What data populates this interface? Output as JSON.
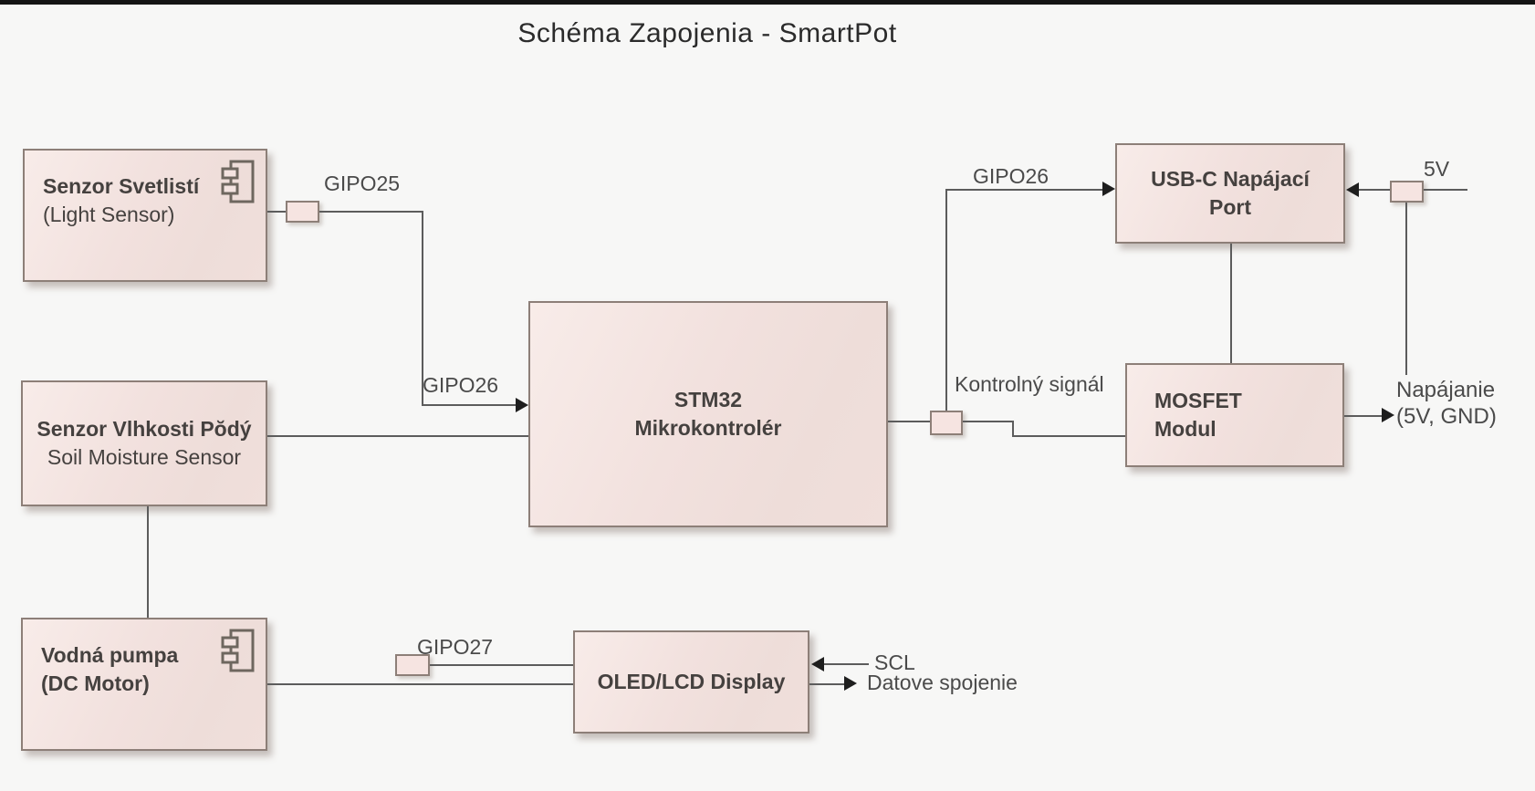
{
  "title": "Schéma Zapojenia - SmartPot",
  "nodes": {
    "light_sensor": {
      "line1": "Senzor Svetlistí",
      "line2": "(Light Sensor)"
    },
    "soil_sensor": {
      "line1": "Senzor Vlhkosti Pŏdý",
      "line2": "Soil Moisture Sensor"
    },
    "water_pump": {
      "line1": "Vodná pumpa",
      "line2": "(DC Motor)"
    },
    "stm32": {
      "line1": "STM32",
      "line2": "Mikrokontrolér"
    },
    "usbc_port": {
      "line1": "USB-C Napájací",
      "line2": "Port"
    },
    "mosfet": {
      "line1": "MOSFET",
      "line2": "Modul"
    },
    "display": {
      "line1": "OLED/LCD Display"
    }
  },
  "labels": {
    "gipo25": "GIPO25",
    "gipo26_left": "GIPO26",
    "gipo26_right": "GIPO26",
    "gipo27": "GIPO27",
    "kontrolny_signal": "Kontrolný signál",
    "v5": "5V",
    "napajanie_line1": "Napájanie",
    "napajanie_line2": "(5V, GND)",
    "scl": "SCL",
    "datove_spojenie": "Datove spojenie"
  },
  "icons": {
    "component_icon": "uml-component-icon"
  },
  "colors": {
    "box_fill": "#f2e1de",
    "box_border": "#8d7f78",
    "wire": "#5c5c5c",
    "arrow": "#1e1e1e",
    "text": "#45413f",
    "background": "#f7f7f6"
  }
}
